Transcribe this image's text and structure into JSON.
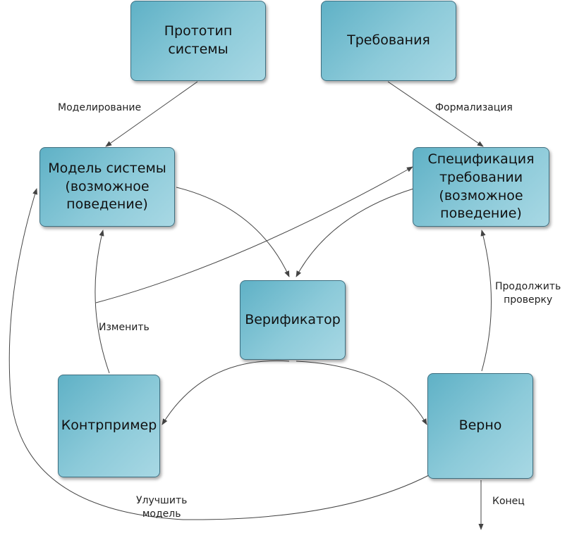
{
  "nodes": {
    "prototype": "Прототип\nсистемы",
    "requirements": "Требования",
    "model": "Модель системы\n(возможное\nповедение)",
    "spec": "Спецификация\nтребовании\n(возможное\nповедение)",
    "verifier": "Верификатор",
    "counterexample": "Контрпример",
    "correct": "Верно"
  },
  "edges": {
    "modeling": "Моделирование",
    "formalization": "Формализация",
    "change": "Изменить",
    "continue_check": "Продолжить\nпроверку",
    "improve_model": "Улучшить\nмодель",
    "end": "Конец"
  },
  "colors": {
    "node_fill": "#8ccad9",
    "node_border": "#3e6f80",
    "edge": "#444444"
  }
}
